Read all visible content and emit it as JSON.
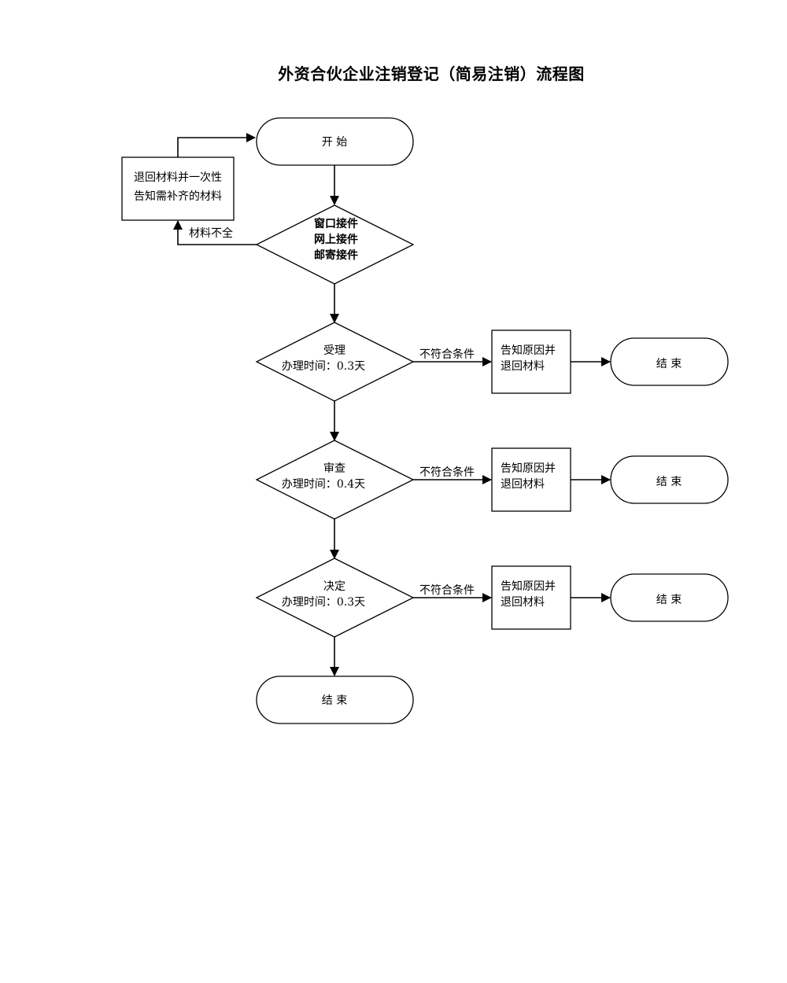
{
  "title": "外资合伙企业注销登记（简易注销）流程图",
  "start": {
    "label": "开 始"
  },
  "intake": {
    "lines": [
      "窗口接件",
      "网上接件",
      "邮寄接件"
    ]
  },
  "return_box": {
    "lines": [
      "退回材料并一次性",
      "告知需补齐的材料"
    ]
  },
  "incomplete_label": "材料不全",
  "steps": [
    {
      "name": "受理",
      "time": "办理时间：0.3天"
    },
    {
      "name": "审查",
      "time": "办理时间：0.4天"
    },
    {
      "name": "决定",
      "time": "办理时间：0.3天"
    }
  ],
  "reject_label": "不符合条件",
  "reject_box": {
    "lines": [
      "告知原因并",
      "退回材料"
    ]
  },
  "end_label": "结 束"
}
